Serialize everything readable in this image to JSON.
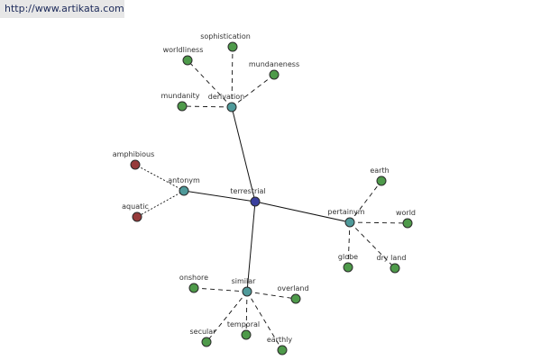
{
  "header": {
    "url": "http://www.artikata.com"
  },
  "graph": {
    "colors": {
      "center": "#3a3f9e",
      "relation": "#4f9a9a",
      "leaf": "#4e9a4a",
      "antonym_leaf": "#963a3a",
      "edge": "#111111"
    },
    "center": {
      "id": "terrestrial",
      "label": "terrestrial"
    },
    "relations": [
      {
        "id": "derivation",
        "label": "derivation",
        "leaves": [
          {
            "id": "worldliness",
            "label": "worldliness"
          },
          {
            "id": "sophistication",
            "label": "sophistication"
          },
          {
            "id": "mundaneness",
            "label": "mundaneness"
          },
          {
            "id": "mundanity",
            "label": "mundanity"
          }
        ]
      },
      {
        "id": "antonym",
        "label": "antonym",
        "leaves": [
          {
            "id": "amphibious",
            "label": "amphibious",
            "kind": "antonym"
          },
          {
            "id": "aquatic",
            "label": "aquatic",
            "kind": "antonym"
          }
        ]
      },
      {
        "id": "pertainym",
        "label": "pertainym",
        "leaves": [
          {
            "id": "earth",
            "label": "earth"
          },
          {
            "id": "world",
            "label": "world"
          },
          {
            "id": "globe",
            "label": "globe"
          },
          {
            "id": "dry-land",
            "label": "dry land"
          }
        ]
      },
      {
        "id": "similar",
        "label": "similar",
        "leaves": [
          {
            "id": "onshore",
            "label": "onshore"
          },
          {
            "id": "overland",
            "label": "overland"
          },
          {
            "id": "secular",
            "label": "secular"
          },
          {
            "id": "temporal",
            "label": "temporal"
          },
          {
            "id": "earthly",
            "label": "earthly"
          }
        ]
      }
    ]
  }
}
